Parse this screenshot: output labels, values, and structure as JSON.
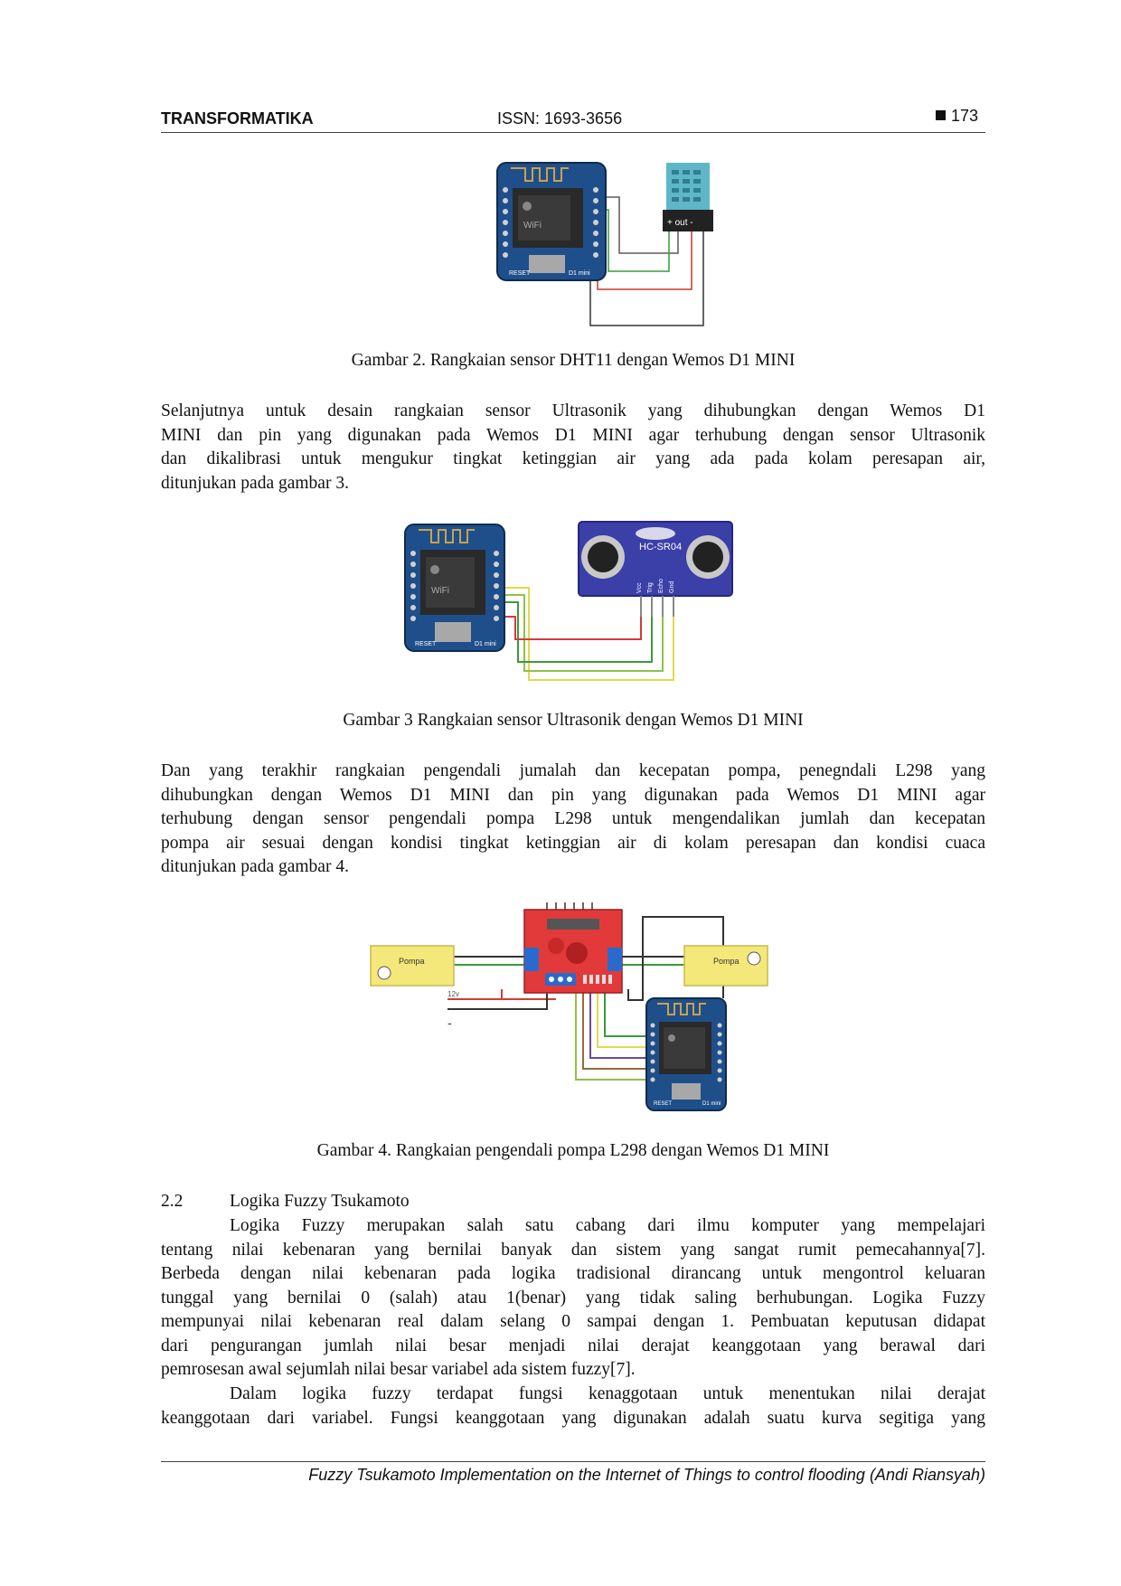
{
  "header": {
    "journal": "TRANSFORMATIKA",
    "issn": "ISSN: 1693-3656",
    "page_number": "173"
  },
  "figure2": {
    "caption": "Gambar 2.  Rangkaian sensor DHT11 dengan Wemos D1 MINI",
    "sensor_label": "+ out -",
    "board_label_reset": "RESET",
    "board_label_model": "D1 mini"
  },
  "paragraph1": {
    "lines": [
      "Selanjutnya untuk desain rangkaian sensor Ultrasonik yang dihubungkan dengan Wemos D1",
      "MINI dan pin yang digunakan pada Wemos D1 MINI agar terhubung dengan sensor Ultrasonik",
      "dan dikalibrasi untuk mengukur tingkat ketinggian air yang ada pada kolam peresapan air,",
      "ditunjukan pada gambar 3."
    ]
  },
  "figure3": {
    "caption": "Gambar 3 Rangkaian sensor Ultrasonik dengan Wemos D1 MINI",
    "sensor_model": "HC-SR04",
    "pin_labels": [
      "Vcc",
      "Trig",
      "Echo",
      "Gnd"
    ],
    "board_label_reset": "RESET",
    "board_label_model": "D1 mini"
  },
  "paragraph2": {
    "lines": [
      "Dan yang terakhir rangkaian pengendali jumalah dan kecepatan pompa, penegndali L298 yang",
      "dihubungkan dengan Wemos D1 MINI dan pin yang digunakan pada Wemos D1 MINI agar",
      "terhubung dengan sensor pengendali pompa L298  untuk mengendalikan jumlah dan kecepatan",
      "pompa air sesuai dengan kondisi tingkat ketinggian air di kolam peresapan dan kondisi cuaca",
      "ditunjukan pada gambar 4."
    ]
  },
  "figure4": {
    "caption": "Gambar 4.  Rangkaian pengendali pompa L298 dengan Wemos D1 MINI",
    "pump_left_label": "Pompa",
    "pump_right_label": "Pompa",
    "supply_plus_label": "12v",
    "supply_minus_label": "-",
    "board_label_reset": "RESET",
    "board_label_model": "D1 mini"
  },
  "section": {
    "number": "2.2",
    "title": "Logika Fuzzy Tsukamoto"
  },
  "paragraph3": {
    "lines": [
      "Logika Fuzzy merupakan salah satu cabang dari ilmu komputer yang mempelajari",
      "tentang nilai kebenaran yang bernilai banyak dan sistem yang sangat rumit pemecahannya[7].",
      "Berbeda dengan nilai kebenaran pada logika tradisional dirancang untuk mengontrol keluaran",
      "tunggal yang bernilai 0 (salah) atau 1(benar) yang tidak saling berhubungan. Logika Fuzzy",
      "mempunyai nilai kebenaran real dalam selang 0 sampai dengan 1. Pembuatan keputusan didapat",
      "dari pengurangan jumlah nilai besar menjadi nilai derajat keanggotaan yang berawal dari",
      "pemrosesan awal sejumlah nilai besar variabel ada sistem fuzzy[7]."
    ]
  },
  "paragraph4": {
    "lines": [
      "Dalam logika fuzzy terdapat fungsi kenaggotaan untuk menentukan nilai derajat",
      "keanggotaan dari variabel. Fungsi keanggotaan yang digunakan adalah suatu kurva segitiga yang"
    ]
  },
  "footer": {
    "text": "Fuzzy Tsukamoto Implementation on the Internet of Things to control flooding  (Andi Riansyah)"
  }
}
